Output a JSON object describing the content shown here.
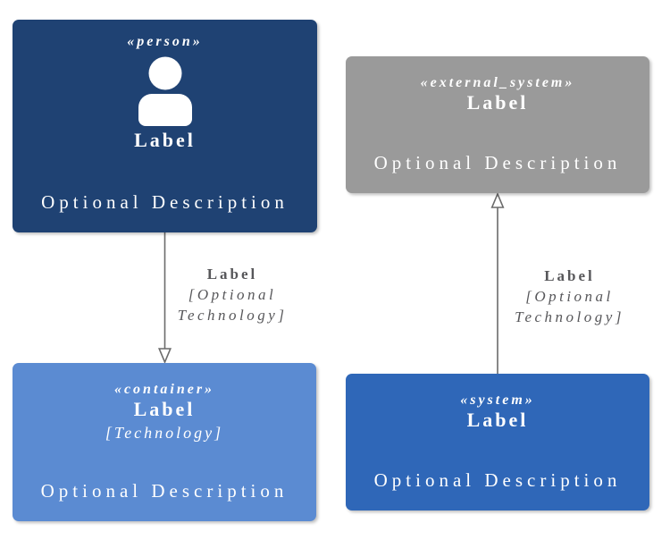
{
  "diagram": {
    "kind": "c4-notation-legend",
    "background": "#ffffff"
  },
  "nodes": {
    "person": {
      "stereotype": "«person»",
      "label": "Label",
      "description": "Optional Description",
      "color": "#1f4273",
      "icon": "person-icon"
    },
    "external_system": {
      "stereotype": "«external_system»",
      "label": "Label",
      "description": "Optional Description",
      "color": "#9a9a9a"
    },
    "container": {
      "stereotype": "«container»",
      "label": "Label",
      "technology": "[Technology]",
      "description": "Optional Description",
      "color": "#5b8bd2"
    },
    "system": {
      "stereotype": "«system»",
      "label": "Label",
      "description": "Optional Description",
      "color": "#2f67b8"
    }
  },
  "edges": {
    "person_to_container": {
      "label": "Label",
      "technology": "[Optional Technology]",
      "direction": "down",
      "arrowhead": "open-triangle"
    },
    "system_to_external_system": {
      "label": "Label",
      "technology": "[Optional Technology]",
      "direction": "up",
      "arrowhead": "open-triangle"
    }
  },
  "colors": {
    "person_fill": "#1f4273",
    "external_system_fill": "#9a9a9a",
    "container_fill": "#5b8bd2",
    "system_fill": "#2f67b8",
    "node_text": "#ffffff",
    "edge_line": "#6b6b6b",
    "edge_text": "#57575a"
  }
}
